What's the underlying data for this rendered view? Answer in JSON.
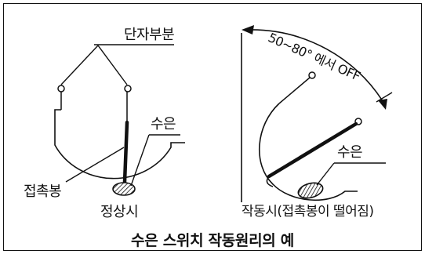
{
  "diagram": {
    "normal_state": {
      "terminal_label": "단자부분",
      "mercury_label": "수은",
      "contact_rod_label": "접촉봉",
      "state_label": "정상시"
    },
    "tilted_state": {
      "angle_label": "50~80° 에서 OFF",
      "mercury_label": "수은",
      "state_label": "작동시(접촉봉이 떨어짐)"
    },
    "caption": "수은 스위치 작동원리의 예"
  }
}
